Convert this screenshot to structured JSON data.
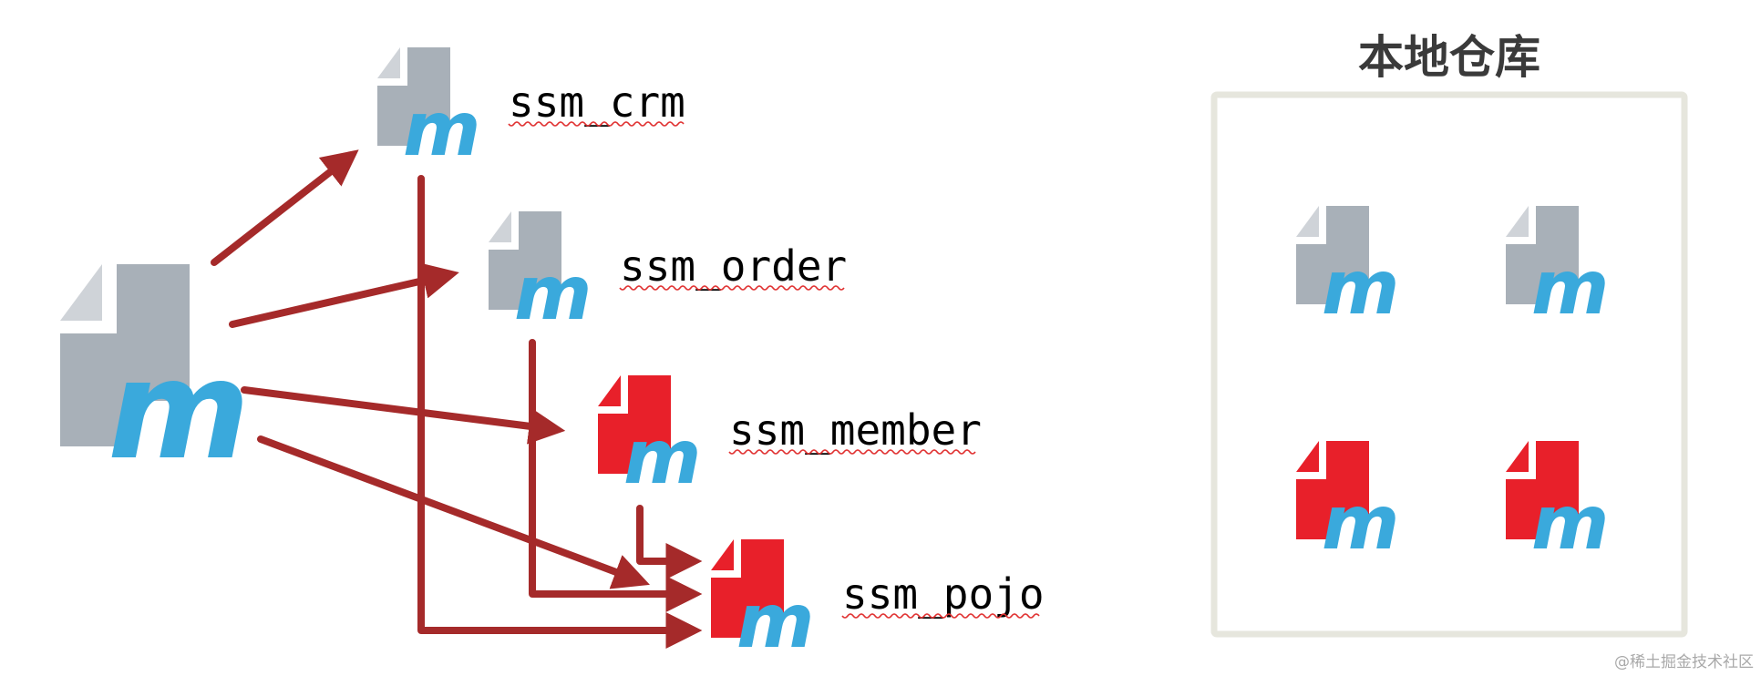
{
  "colors": {
    "arrow": "#a52a2a",
    "maven_doc_gray": "#a8b0b8",
    "maven_doc_red": "#e8202a",
    "maven_m_blue": "#3aa9dc",
    "repo_border": "#e6e6dd"
  },
  "parent": {
    "icon": "maven-gray-icon",
    "letter": "m"
  },
  "modules": [
    {
      "id": "crm",
      "label": "ssm_crm",
      "icon": "maven-gray-icon",
      "letter": "m"
    },
    {
      "id": "order",
      "label": "ssm_order",
      "icon": "maven-gray-icon",
      "letter": "m"
    },
    {
      "id": "member",
      "label": "ssm_member",
      "icon": "maven-red-icon",
      "letter": "m"
    },
    {
      "id": "pojo",
      "label": "ssm_pojo",
      "icon": "maven-red-icon",
      "letter": "m"
    }
  ],
  "local_repository": {
    "title": "本地仓库",
    "artifacts": [
      {
        "icon": "maven-gray-icon",
        "letter": "m"
      },
      {
        "icon": "maven-gray-icon",
        "letter": "m"
      },
      {
        "icon": "maven-red-icon",
        "letter": "m"
      },
      {
        "icon": "maven-red-icon",
        "letter": "m"
      }
    ]
  },
  "watermark": "@稀土掘金技术社区"
}
